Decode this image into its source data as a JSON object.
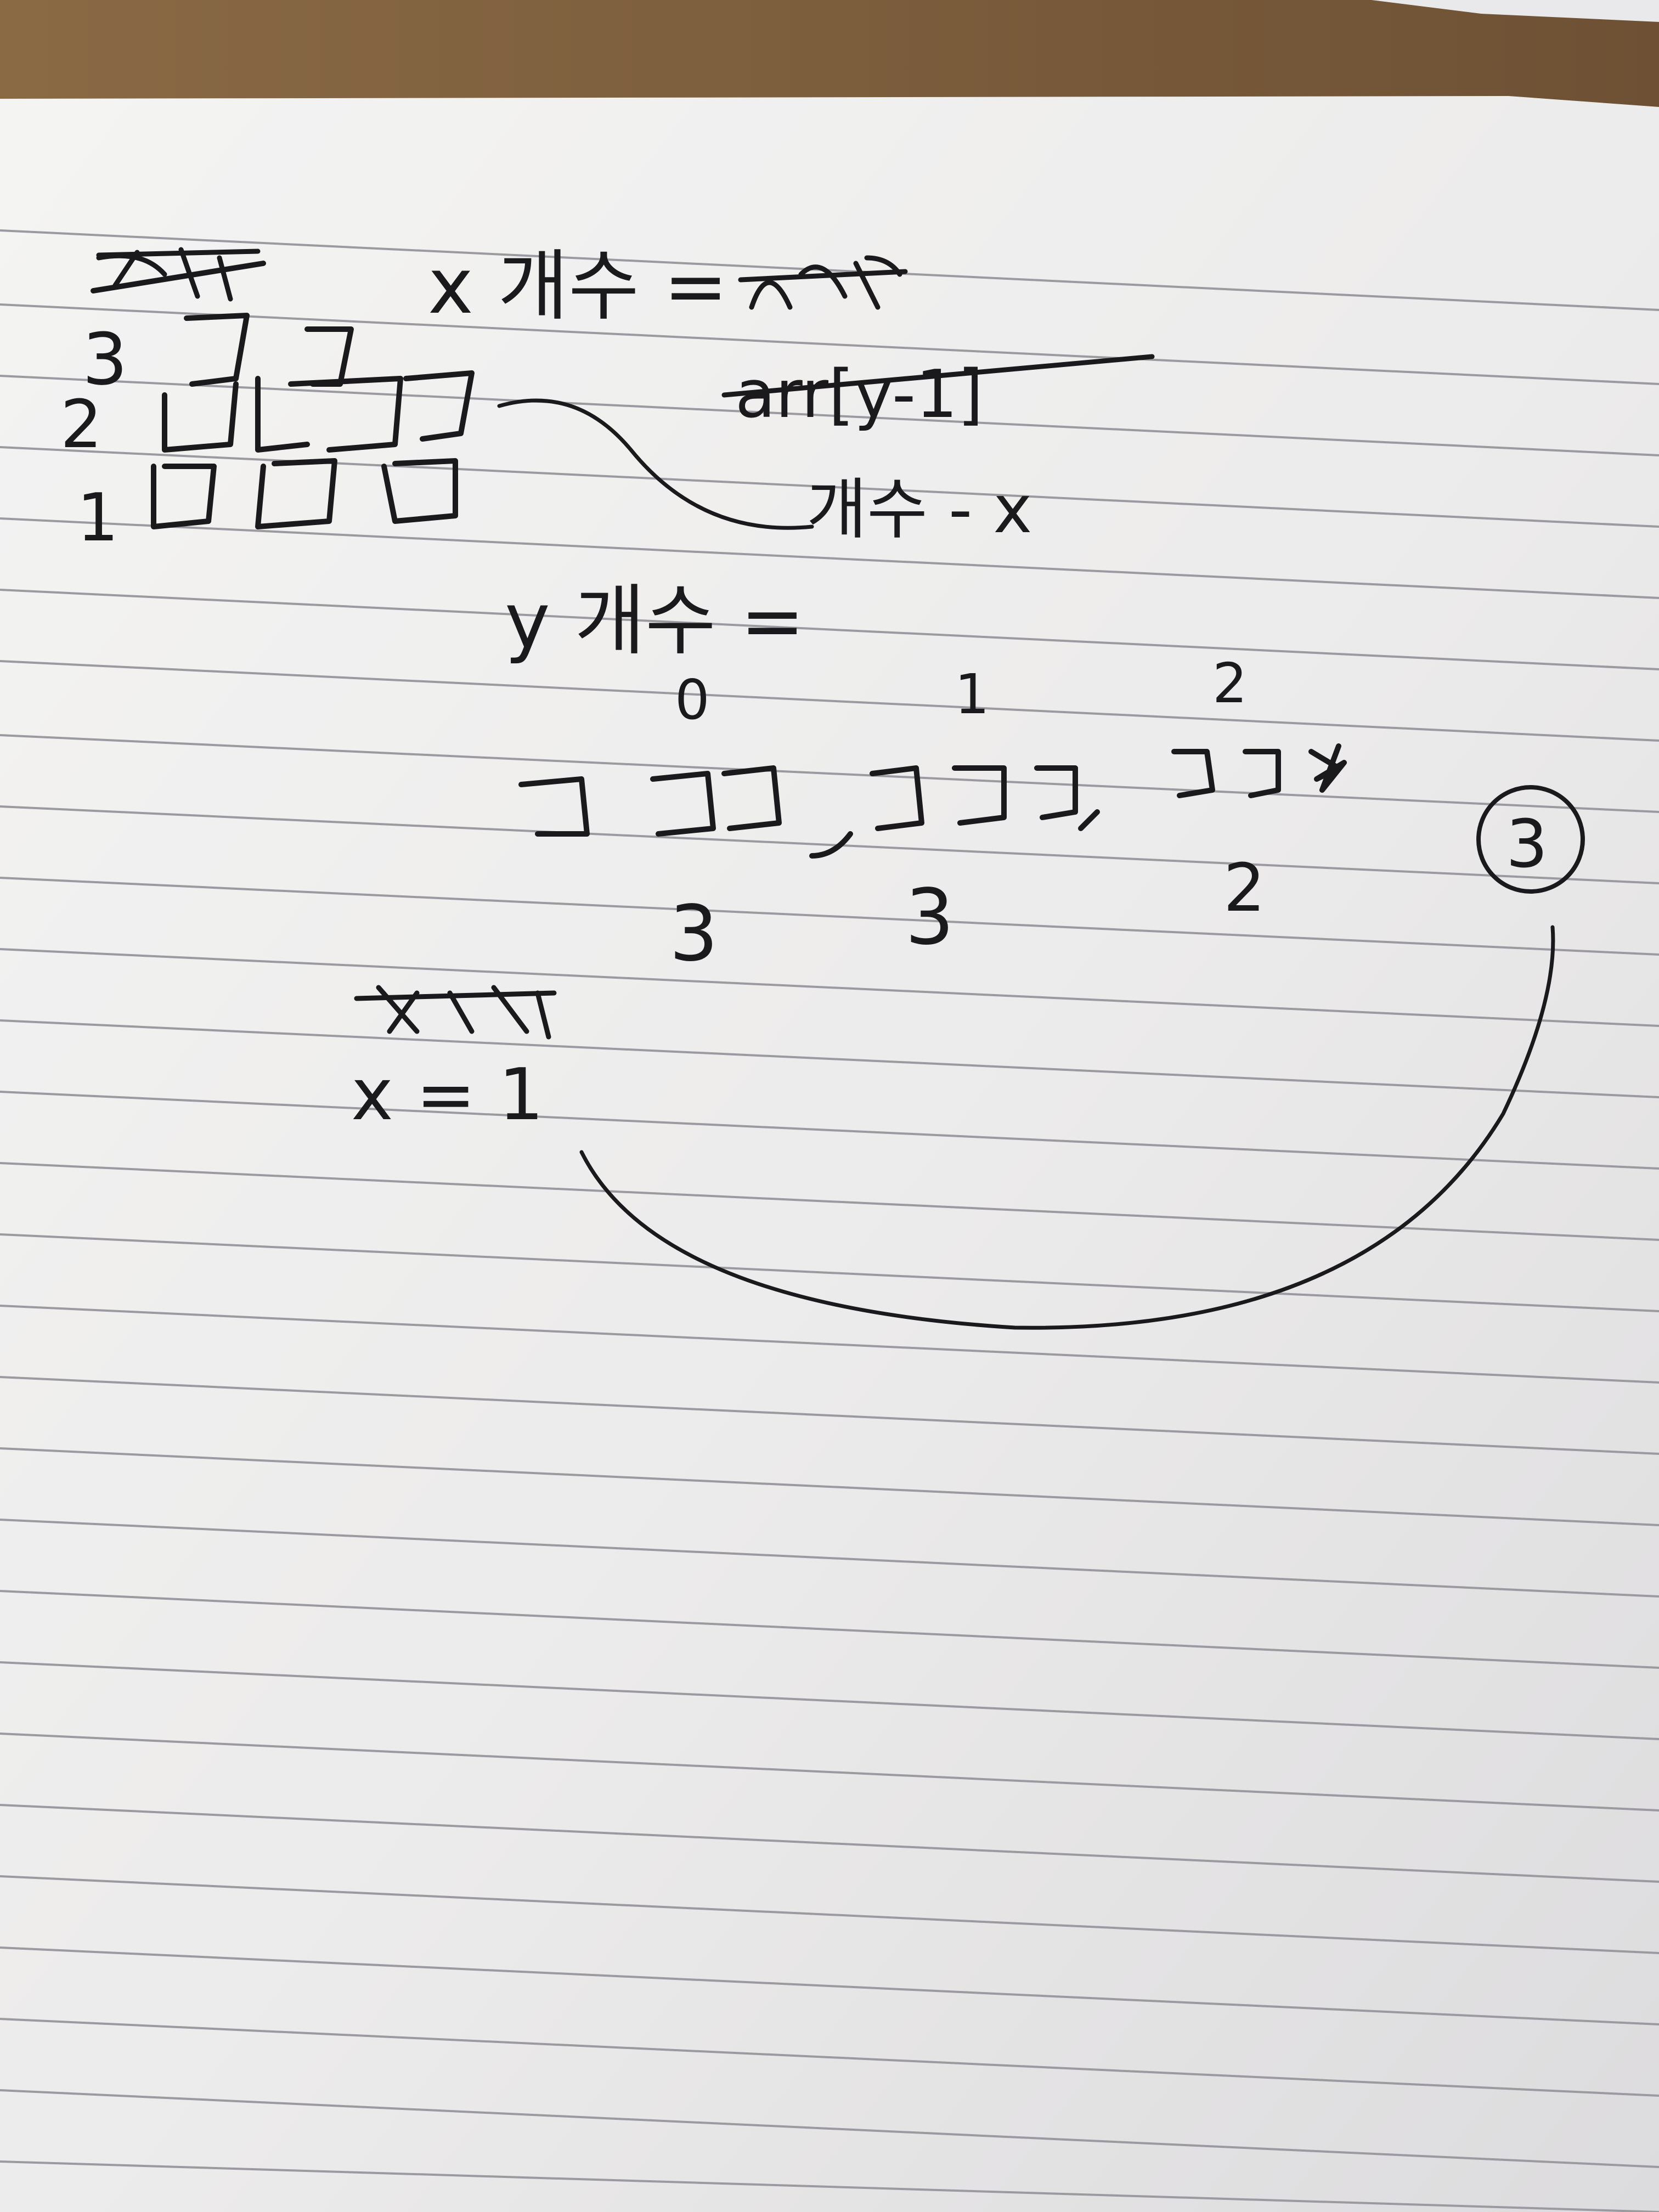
{
  "colors": {
    "desk": "#7a5b3a",
    "paper": "#f1f0ef",
    "rule_line": "#8f8f95",
    "ink": "#1a1a1c"
  },
  "notes": {
    "top_left_row_labels": [
      "3",
      "2",
      "1"
    ],
    "x_heading": "x 개수 =",
    "struck_arr": "arr[y-1]",
    "arrow_target": "개수 - x",
    "y_heading": "y 개수 =",
    "group_indices": [
      "0",
      "1",
      "2"
    ],
    "group_counts": [
      "3",
      "3",
      "2"
    ],
    "x_value": "x = 1",
    "circled_number": "3"
  }
}
